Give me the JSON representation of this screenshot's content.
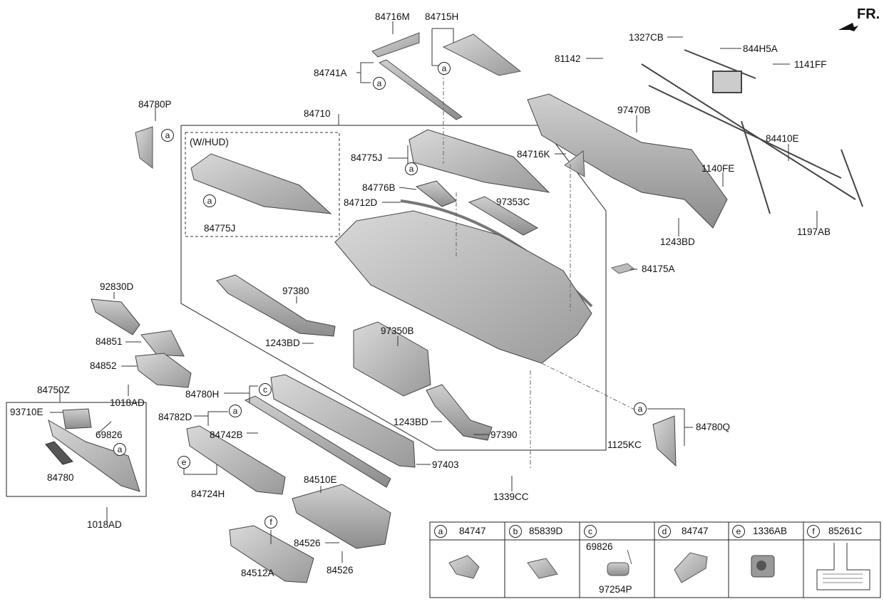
{
  "direction": "FR.",
  "inset_label": "(W/HUD)",
  "callouts": {
    "c84716M": "84716M",
    "c84715H": "84715H",
    "c84741A": "84741A",
    "c84780P": "84780P",
    "c84710": "84710",
    "c84775J_top": "84775J",
    "c84775J_inset": "84775J",
    "c84776B": "84776B",
    "c84712D": "84712D",
    "c97353C": "97353C",
    "c84716K": "84716K",
    "c1327CB": "1327CB",
    "c844H5A": "844H5A",
    "c81142": "81142",
    "c1141FF": "1141FF",
    "c97470B": "97470B",
    "c84410E": "84410E",
    "c1140FE": "1140FE",
    "c1243BD_r": "1243BD",
    "c1197AB": "1197AB",
    "c84175A": "84175A",
    "c92830D": "92830D",
    "c97380": "97380",
    "c1243BD_m": "1243BD",
    "c97350B": "97350B",
    "c84851": "84851",
    "c84852": "84852",
    "c1018AD_a": "1018AD",
    "c84750Z": "84750Z",
    "c93710E": "93710E",
    "c69826": "69826",
    "c84780": "84780",
    "c1018AD_b": "1018AD",
    "c84780H": "84780H",
    "c84782D": "84782D",
    "c84742B": "84742B",
    "c84724H": "84724H",
    "c1243BD_b": "1243BD",
    "c97390": "97390",
    "c1125KC": "1125KC",
    "c84780Q": "84780Q",
    "c97403": "97403",
    "c84510E": "84510E",
    "c1339CC": "1339CC",
    "c84526_a": "84526",
    "c84526_b": "84526",
    "c84512A": "84512A"
  },
  "markers": {
    "a": "a",
    "c": "c",
    "e": "e",
    "f": "f"
  },
  "legend": [
    {
      "letter": "a",
      "part": "84747"
    },
    {
      "letter": "b",
      "part": "85839D"
    },
    {
      "letter": "c",
      "part": "",
      "sub_top": "69826",
      "sub_bottom": "97254P"
    },
    {
      "letter": "d",
      "part": "84747"
    },
    {
      "letter": "e",
      "part": "1336AB"
    },
    {
      "letter": "f",
      "part": "85261C"
    }
  ]
}
